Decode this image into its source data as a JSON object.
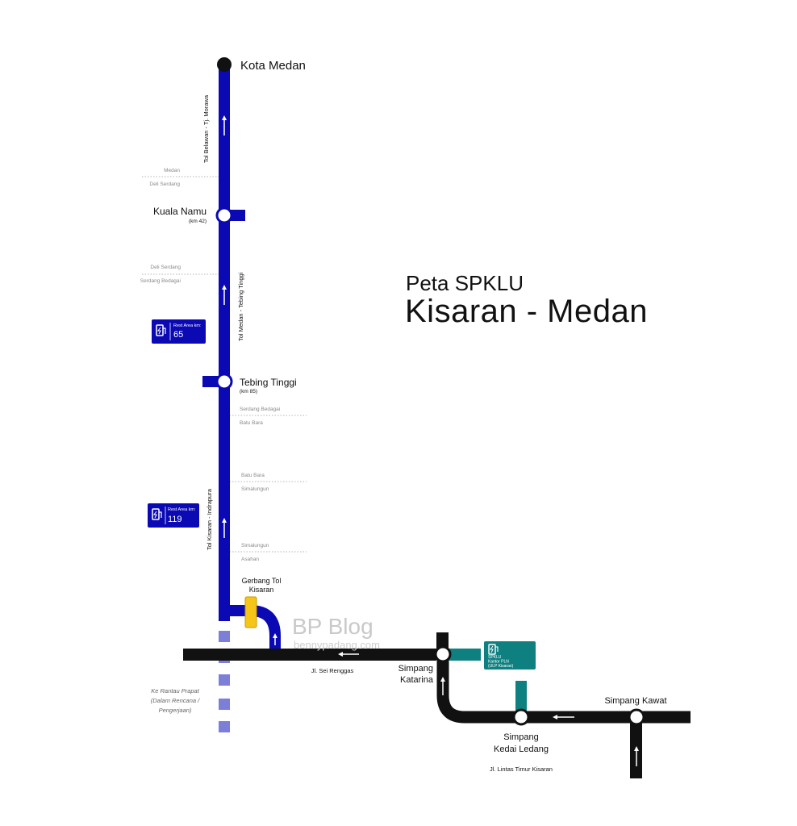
{
  "title": {
    "subtitle": "Peta SPKLU",
    "main": "Kisaran - Medan"
  },
  "watermark": {
    "name": "BP Blog",
    "site": "bennypadang.com"
  },
  "stations": {
    "kota_medan": "Kota Medan",
    "kuala_namu": "Kuala Namu",
    "kuala_namu_km": "(km 42)",
    "tebing_tinggi": "Tebing Tinggi",
    "tebing_tinggi_km": "(km 85)",
    "gerbang_tol": "Gerbang Tol",
    "kisaran": "Kisaran",
    "simpang_katarina_1": "Simpang",
    "simpang_katarina_2": "Katarina",
    "simpang_kedai_1": "Simpang",
    "simpang_kedai_2": "Kedai Ledang",
    "simpang_kawat": "Simpang Kawat"
  },
  "roads": {
    "tol_belawan": "Tol Belawan - Tj. Morawa",
    "tol_medan_tebing": "Tol Medan - Tebing Tinggi",
    "tol_kisaran": "Tol Kisaran - Indrapura",
    "jl_sei_renggas": "Jl. Sei Renggas",
    "jl_lintas_timur": "Jl. Lintas Timur Kisaran",
    "rantau_1": "Ke Rantau Prapat",
    "rantau_2": "(Dalam Rencana /",
    "rantau_3": "Pengerjaan)"
  },
  "boundaries": [
    {
      "upper": "Medan",
      "lower": "Deli Serdang"
    },
    {
      "upper": "Deli Serdang",
      "lower": "Serdang Bedagai"
    },
    {
      "upper": "Serdang Bedagai",
      "lower": "Batu Bara"
    },
    {
      "upper": "Batu Bara",
      "lower": "Simalungun"
    },
    {
      "upper": "Simalungun",
      "lower": "Asahan"
    }
  ],
  "spklu": {
    "rest_area_label": "Rest Area km:",
    "km_65": "65",
    "km_119": "119",
    "pln_line1": "SPKLU",
    "pln_line2": "Kantor PLN",
    "pln_line3": "(ULP Kisaran)"
  },
  "colors": {
    "toll": "#0a09b4",
    "toll_planned": "#7b7fd8",
    "road": "#111111",
    "spklu_pln": "#0f8080",
    "gate": "#f5c518",
    "boundary": "#b5b5b5"
  },
  "icons": {
    "endpoint": "black-circle",
    "interchange": "white-circle",
    "ev_charger": "ev-charger-icon",
    "direction": "arrow-icon"
  }
}
